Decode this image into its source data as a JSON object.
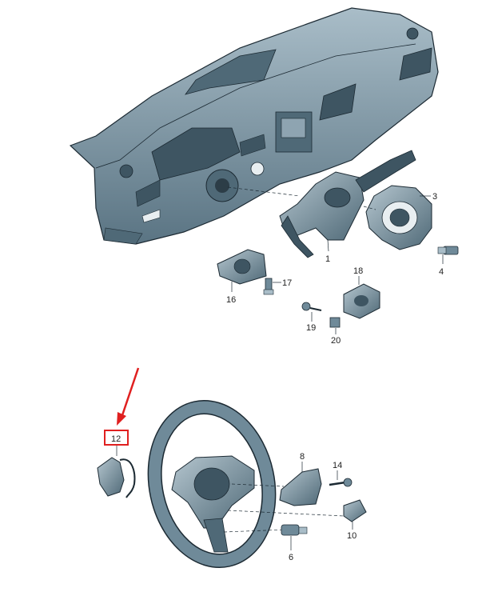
{
  "part_labels": {
    "p1": "1",
    "p3": "3",
    "p4": "4",
    "p6": "6",
    "p8": "8",
    "p10": "10",
    "p12": "12",
    "p14": "14",
    "p16": "16",
    "p17": "17",
    "p18": "18",
    "p19": "19",
    "p20": "20"
  },
  "colors": {
    "part_fill": "#6f8a99",
    "part_light": "#a9bdc8",
    "part_dark": "#3e5562",
    "outline": "#1c2a33",
    "highlight_box": "#e02020",
    "arrow": "#e02020"
  },
  "highlighted_part": "12"
}
